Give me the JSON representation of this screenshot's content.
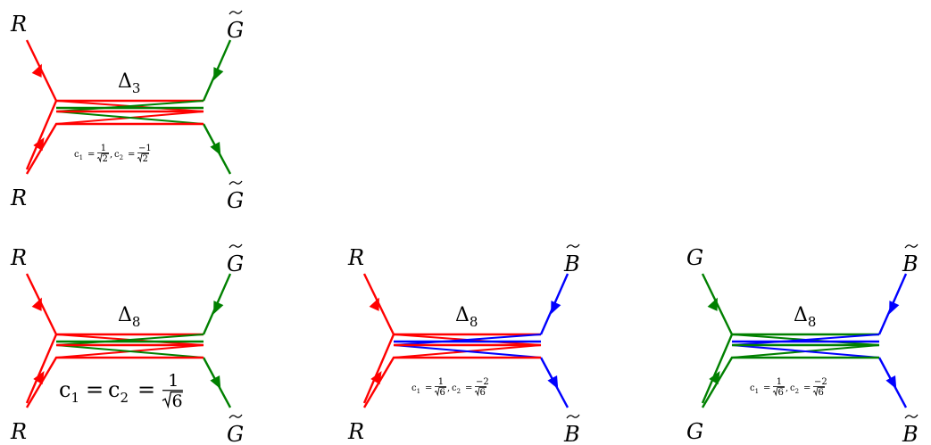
{
  "colors": {
    "R": "#ff0000",
    "G": "#008000",
    "B": "#0000ff",
    "text": "#000000"
  },
  "diagrams": [
    {
      "id": "d3",
      "left_label": "R",
      "right_label": "G",
      "bottom_left_label": "R",
      "bottom_right_label": "G",
      "left_color": "R",
      "right_color": "G",
      "delta_symbol": "Δ",
      "delta_index": "3",
      "coef": {
        "size": "small",
        "c1_lhs": "c",
        "c1_sub": "1",
        "c1_num": "1",
        "c1_den": "2",
        "c2_sub": "2",
        "c2_num": "−1",
        "c2_den": "2",
        "eq": "="
      }
    },
    {
      "id": "d8rg",
      "left_label": "R",
      "right_label": "G",
      "bottom_left_label": "R",
      "bottom_right_label": "G",
      "left_color": "R",
      "right_color": "G",
      "delta_symbol": "Δ",
      "delta_index": "8",
      "coef": {
        "size": "big",
        "text_lhs": "c",
        "sub1": "1",
        "sub2": "2",
        "num": "1",
        "den": "6",
        "eq": "="
      }
    },
    {
      "id": "d8rb",
      "left_label": "R",
      "right_label": "B",
      "bottom_left_label": "R",
      "bottom_right_label": "B",
      "left_color": "R",
      "right_color": "B",
      "delta_symbol": "Δ",
      "delta_index": "8",
      "coef": {
        "size": "small",
        "c1_lhs": "c",
        "c1_sub": "1",
        "c1_num": "1",
        "c1_den": "6",
        "c2_sub": "2",
        "c2_num": "−2",
        "c2_den": "6",
        "eq": "="
      }
    },
    {
      "id": "d8gb",
      "left_label": "G",
      "right_label": "B",
      "bottom_left_label": "G",
      "bottom_right_label": "B",
      "left_color": "G",
      "right_color": "B",
      "delta_symbol": "Δ",
      "delta_index": "8",
      "coef": {
        "size": "small",
        "c1_lhs": "c",
        "c1_sub": "1",
        "c1_num": "1",
        "c1_den": "6",
        "c2_sub": "2",
        "c2_num": "−2",
        "c2_den": "6",
        "eq": "="
      }
    }
  ]
}
